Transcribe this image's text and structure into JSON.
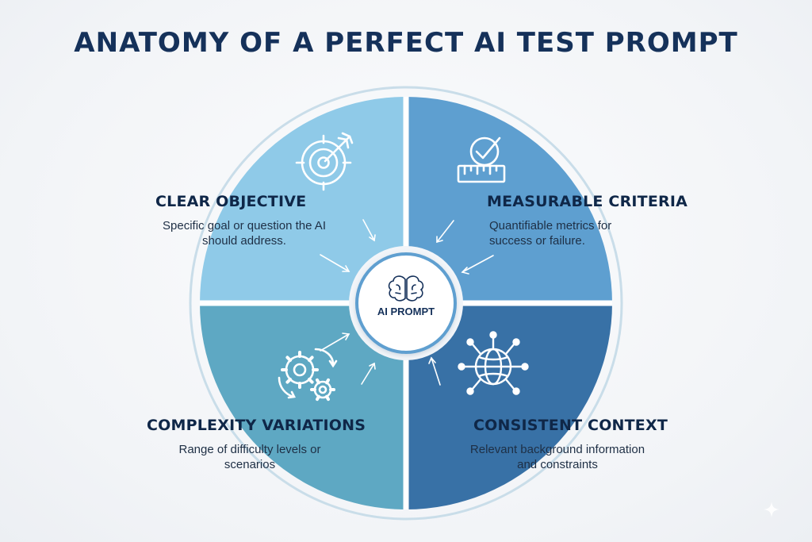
{
  "title": "ANATOMY OF A PERFECT AI TEST PROMPT",
  "center": {
    "label": "AI PROMPT",
    "icon": "brain-icon"
  },
  "quadrants": [
    {
      "id": "clear-objective",
      "heading": "CLEAR OBJECTIVE",
      "description_lines": [
        "Specific goal or question the AI",
        "should address."
      ],
      "icon": "target-arrow-icon",
      "color": "#8fcae8"
    },
    {
      "id": "measurable-criteria",
      "heading": "MEASURABLE CRITERIA",
      "description_lines": [
        "Quantifiable metrics for",
        "success or failure."
      ],
      "icon": "checkmark-ruler-icon",
      "color": "#5e9fd0"
    },
    {
      "id": "complexity-variations",
      "heading": "COMPLEXITY VARIATIONS",
      "description_lines": [
        "Range of difficulty levels or",
        "scenarios"
      ],
      "icon": "gears-icon",
      "color": "#5ea8c3"
    },
    {
      "id": "consistent-context",
      "heading": "CONSISTENT CONTEXT",
      "description_lines": [
        "Relevant background information",
        "and constraints"
      ],
      "icon": "globe-network-icon",
      "color": "#3871a6"
    }
  ],
  "colors": {
    "title": "#15315a",
    "heading": "#0f2748",
    "ring": "#c9dde9",
    "divider": "#ffffff"
  }
}
